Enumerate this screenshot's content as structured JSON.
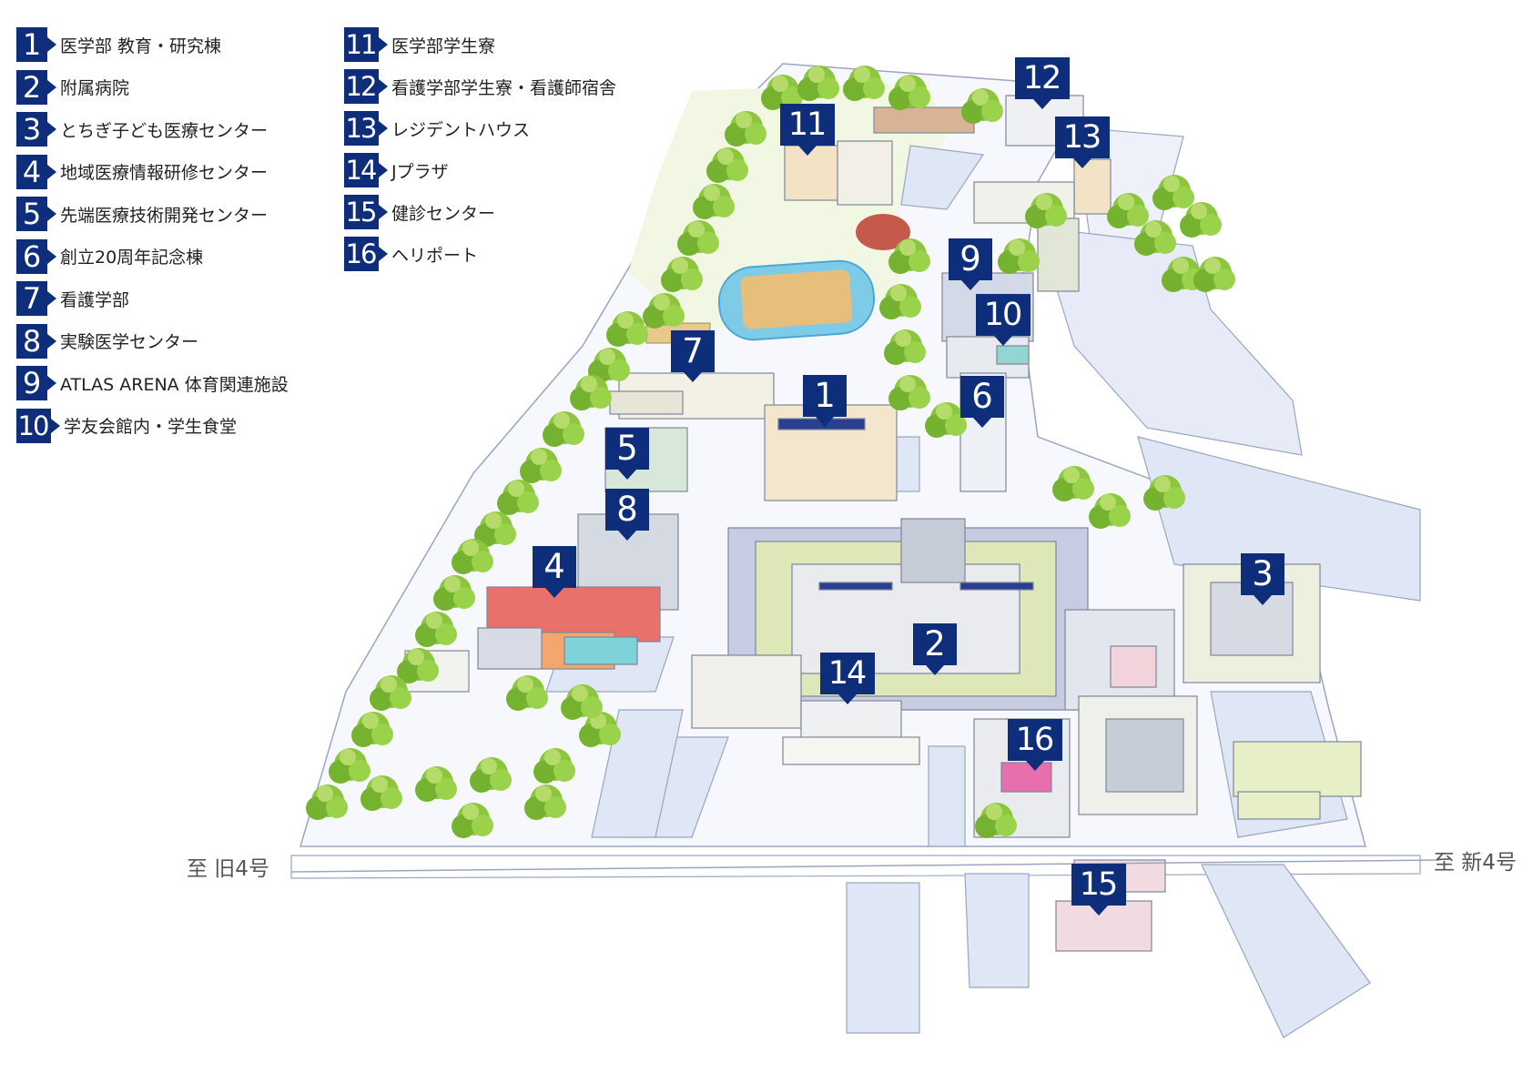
{
  "legend": [
    {
      "num": "1",
      "label": "医学部 教育・研究棟"
    },
    {
      "num": "2",
      "label": "附属病院"
    },
    {
      "num": "3",
      "label": "とちぎ子ども医療センター"
    },
    {
      "num": "4",
      "label": "地域医療情報研修センター"
    },
    {
      "num": "5",
      "label": "先端医療技術開発センター"
    },
    {
      "num": "6",
      "label": "創立20周年記念棟"
    },
    {
      "num": "7",
      "label": "看護学部"
    },
    {
      "num": "8",
      "label": "実験医学センター"
    },
    {
      "num": "9",
      "label": "ATLAS ARENA 体育関連施設"
    },
    {
      "num": "10",
      "label": "学友会館内・学生食堂"
    },
    {
      "num": "11",
      "label": "医学部学生寮"
    },
    {
      "num": "12",
      "label": "看護学部学生寮・看護師宿舎"
    },
    {
      "num": "13",
      "label": "レジデントハウス"
    },
    {
      "num": "14",
      "label": "Jプラザ"
    },
    {
      "num": "15",
      "label": "健診センター"
    },
    {
      "num": "16",
      "label": "ヘリポート"
    }
  ],
  "roads": {
    "west": "至 旧4号",
    "east": "至 新4号"
  },
  "colors": {
    "badge": "#0e2d7a",
    "road": "#dfe6f5",
    "tree": "#8cc63f",
    "building": "#f3f1e6",
    "research_center": "#e8716b",
    "heliport": "#e76fae"
  }
}
